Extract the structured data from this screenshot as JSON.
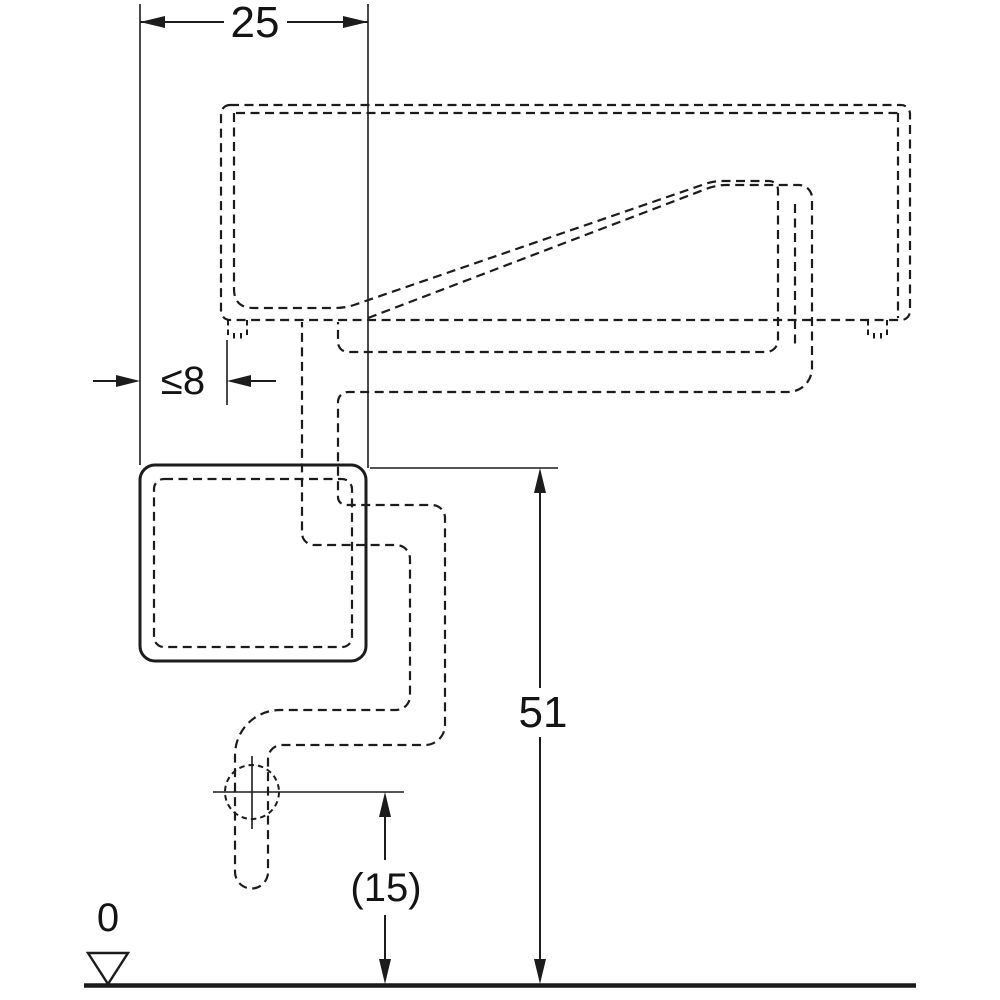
{
  "drawing": {
    "type": "installation-dimension-drawing",
    "labels": {
      "width_top": "25",
      "offset_max": "≤8",
      "height_main": "51",
      "height_trap": "(15)",
      "datum_level": "0"
    },
    "colors": {
      "line": "#1c1c1c",
      "background": "#ffffff"
    }
  }
}
